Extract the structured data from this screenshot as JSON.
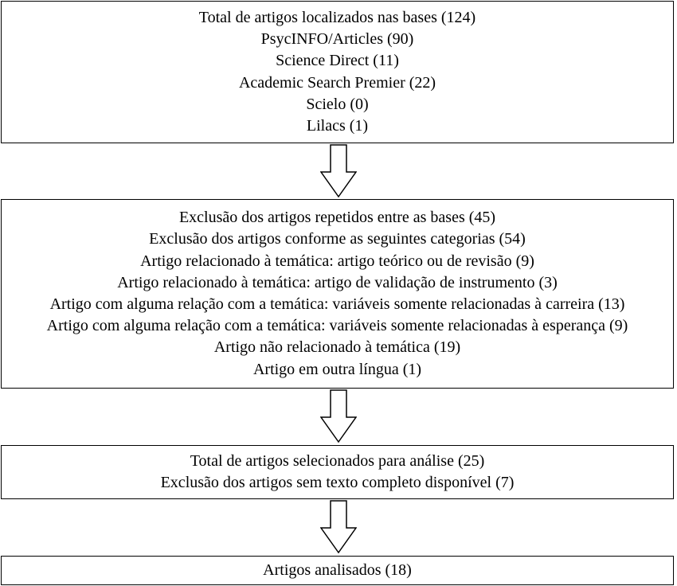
{
  "flowchart": {
    "boxes": [
      {
        "lines": [
          "Total de artigos localizados nas bases (124)",
          "PsycINFO/Articles (90)",
          "Science Direct (11)",
          "Academic Search Premier (22)",
          "Scielo (0)",
          "Lilacs (1)"
        ]
      },
      {
        "lines": [
          "Exclusão dos artigos repetidos entre as bases (45)",
          "Exclusão dos artigos conforme as seguintes categorias (54)",
          "Artigo relacionado à temática: artigo teórico ou de revisão (9)",
          "Artigo relacionado à temática: artigo de validação de instrumento (3)",
          "Artigo com alguma relação com a temática: variáveis somente relacionadas à carreira (13)",
          "Artigo com alguma relação com a temática: variáveis somente relacionadas à esperança (9)",
          "Artigo não relacionado à temática (19)",
          "Artigo em outra língua (1)"
        ]
      },
      {
        "lines": [
          "Total de artigos selecionados para análise (25)",
          "Exclusão dos artigos sem texto completo disponível (7)"
        ]
      },
      {
        "lines": [
          "Artigos analisados (18)"
        ]
      }
    ],
    "colors": {
      "stroke": "#000000",
      "background": "#ffffff"
    }
  }
}
